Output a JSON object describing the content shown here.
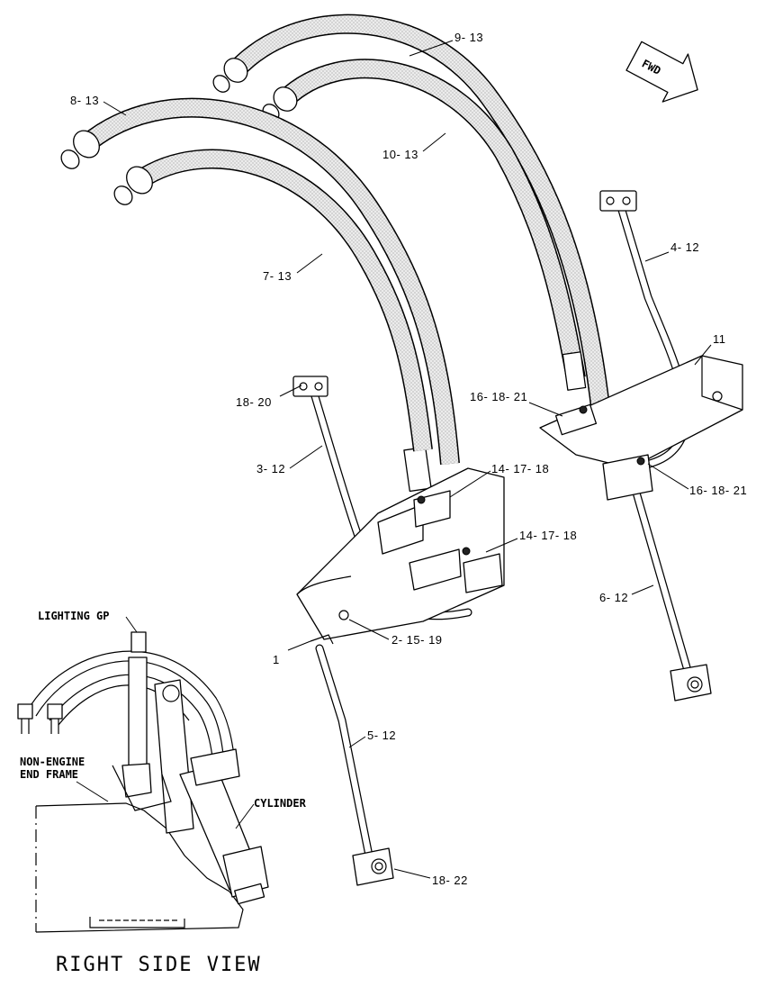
{
  "diagram": {
    "callouts": {
      "c_9_13": "9- 13",
      "c_8_13": "8- 13",
      "c_10_13": "10- 13",
      "c_7_13": "7- 13",
      "c_4_12": "4- 12",
      "c_11": "11",
      "c_18_20": "18- 20",
      "c_16_18_21_a": "16- 18- 21",
      "c_3_12": "3- 12",
      "c_14_17_18_a": "14- 17- 18",
      "c_14_17_18_b": "14- 17- 18",
      "c_16_18_21_b": "16- 18- 21",
      "c_6_12": "6- 12",
      "c_1": "1",
      "c_2_15_19": "2- 15- 19",
      "c_5_12": "5- 12",
      "c_18_22": "18- 22"
    },
    "fwd_arrow": "FWD",
    "inset": {
      "lighting": "LIGHTING GP",
      "non_engine_1": "NON-ENGINE",
      "non_engine_2": "END FRAME",
      "cylinder": "CYLINDER",
      "view_title": "RIGHT SIDE VIEW"
    },
    "colors": {
      "hose_fill": "#d9d9d9",
      "line": "#000000",
      "background": "#ffffff"
    }
  }
}
